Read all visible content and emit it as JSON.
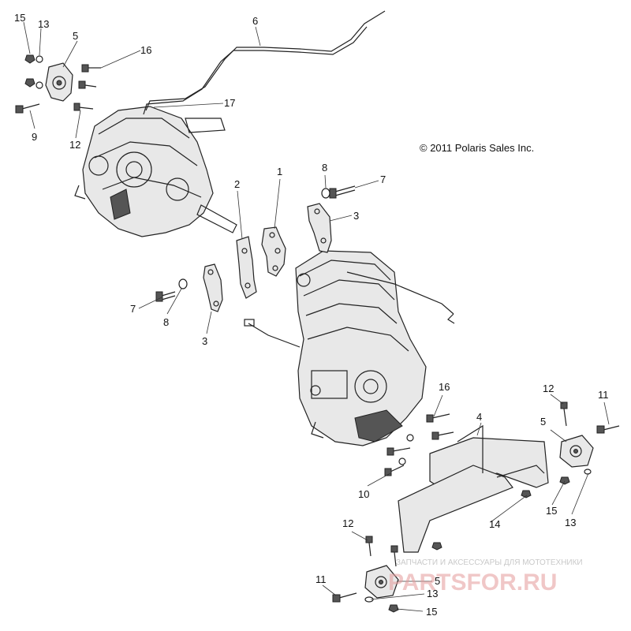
{
  "copyright": "© 2011 Polaris Sales Inc.",
  "callouts": [
    "15",
    "13",
    "5",
    "16",
    "6",
    "17",
    "9",
    "12",
    "1",
    "2",
    "8",
    "7",
    "3",
    "7",
    "8",
    "3",
    "16",
    "12",
    "11",
    "4",
    "5",
    "10",
    "15",
    "13",
    "14",
    "12",
    "11",
    "5",
    "13",
    "15"
  ],
  "watermark": {
    "tagline": "ЗАПЧАСТИ И АКСЕССУАРЫ ДЛЯ МОТОТЕХНИКИ",
    "logo": "PARTSFOR.RU"
  },
  "colors": {
    "line": "#222222",
    "watermark_logo": "#e59a9a",
    "background": "#ffffff"
  }
}
